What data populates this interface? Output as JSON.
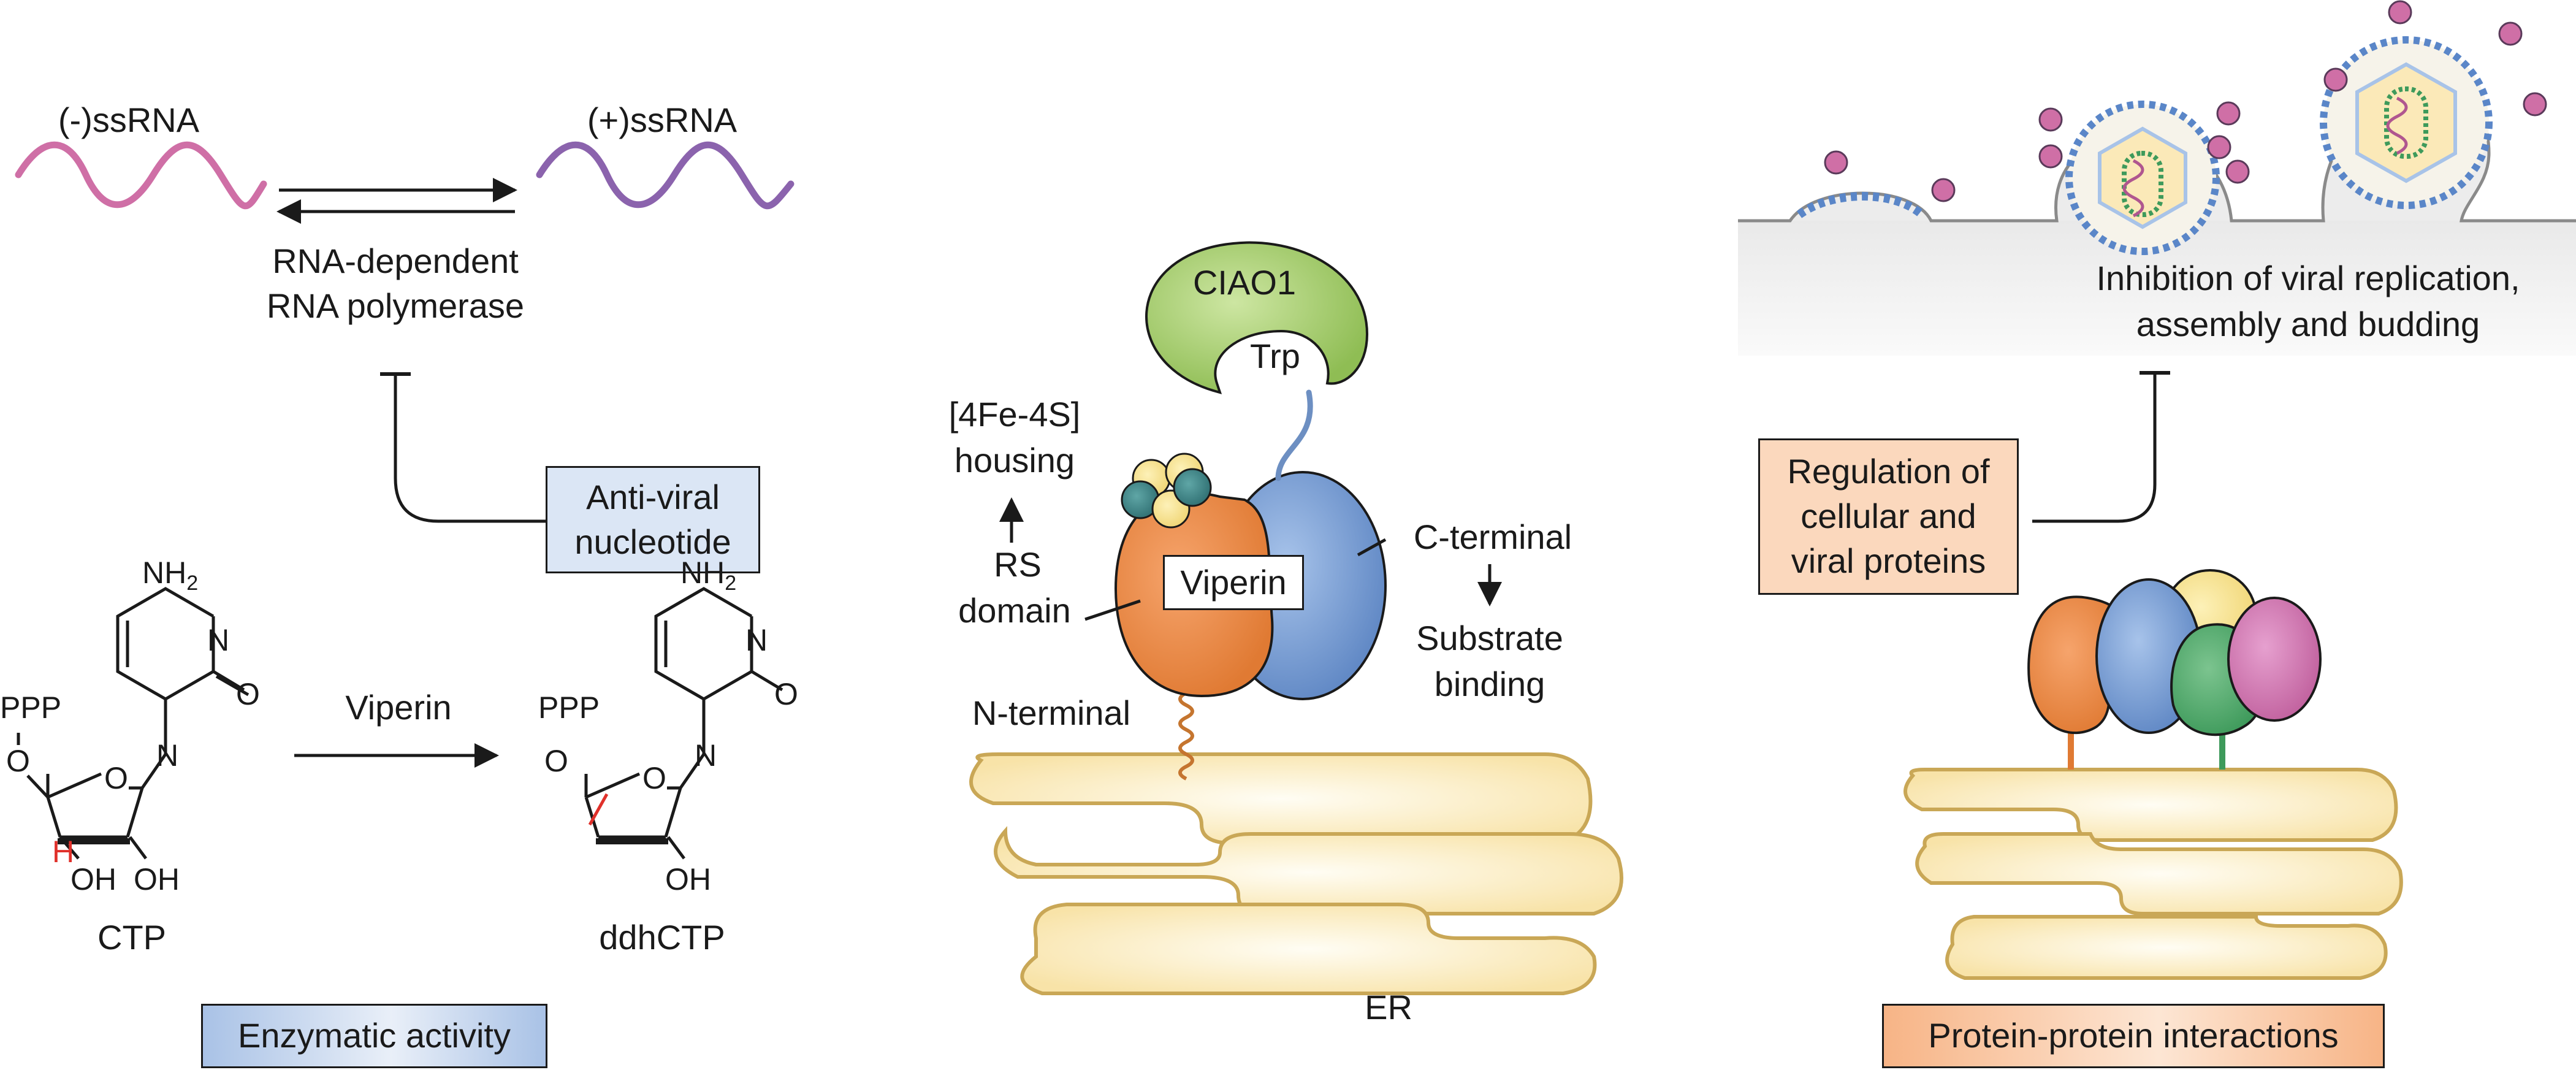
{
  "panel_left": {
    "neg_rna": "(-)ssRNA",
    "pos_rna": "(+)ssRNA",
    "rdrp_line1": "RNA-dependent",
    "rdrp_line2": "RNA polymerase",
    "antiviral_line1": "Anti-viral",
    "antiviral_line2": "nucleotide",
    "enzyme_arrow_label": "Viperin",
    "ctp_label": "CTP",
    "ddhctp_label": "ddhCTP",
    "nh2": "NH",
    "nh2_sub": "2",
    "ppp": "PPP",
    "atom_o": "O",
    "atom_n": "N",
    "atom_h": "H",
    "oh": "OH",
    "footer_box": "Enzymatic activity"
  },
  "panel_center": {
    "ciao1": "CIAO1",
    "trp": "Trp",
    "cluster_line1": "[4Fe-4S]",
    "cluster_line2": "housing",
    "rs_line1": "RS",
    "rs_line2": "domain",
    "viperin": "Viperin",
    "cterm": "C-terminal",
    "substrate_line1": "Substrate",
    "substrate_line2": "binding",
    "nterm": "N-terminal",
    "er": "ER"
  },
  "panel_right": {
    "inhibition_line1": "Inhibition of  viral replication,",
    "inhibition_line2": "assembly and budding",
    "regulation_line1": "Regulation of",
    "regulation_line2": "cellular and",
    "regulation_line3": "viral proteins",
    "footer_box": "Protein-protein interactions"
  },
  "colors": {
    "neg_rna": "#cf6fa6",
    "pos_rna": "#8b63ad",
    "blue_box": "#dbe6f5",
    "peach_box": "#fbd8bd",
    "orange_domain": "#f08b47",
    "blue_domain": "#7ea4d8",
    "green_ciao1": "#a8cf6d",
    "er_fill": "#fdf0cc",
    "membrane": "#d8d8d8"
  }
}
